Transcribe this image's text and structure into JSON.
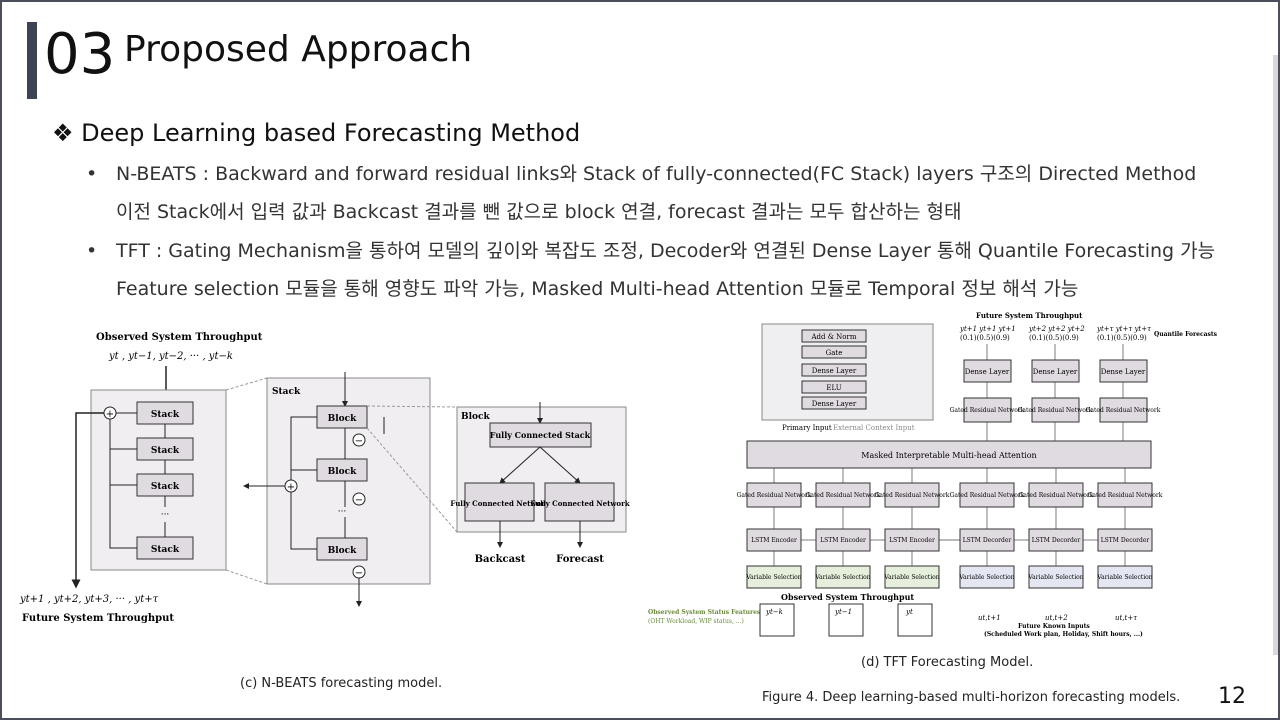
{
  "slide": {
    "number": "03",
    "title": "Proposed Approach",
    "page": "12"
  },
  "section": {
    "heading": "❖ Deep Learning based Forecasting Method",
    "bullets": [
      {
        "mark": "•",
        "line1": "N-BEATS : Backward and forward residual links와 Stack of fully-connected(FC Stack) layers 구조의 Directed Method",
        "line2": "이전 Stack에서 입력 값과 Backcast 결과를 뺀 값으로 block 연결, forecast 결과는 모두 합산하는 형태"
      },
      {
        "mark": "•",
        "line1": "TFT : Gating Mechanism을 통하여 모델의 깊이와 복잡도 조정, Decoder와 연결된 Dense Layer 통해 Quantile Forecasting 가능",
        "line2": "Feature selection 모듈을 통해 영향도 파악 가능, Masked Multi-head Attention 모듈로 Temporal 정보 해석 가능"
      }
    ]
  },
  "nbeats": {
    "observed_title": "Observed System Throughput",
    "observed_seq": "yt , yt−1, yt−2, ··· , yt−k",
    "future_seq": "yt+1 , yt+2, yt+3, ··· , yt+τ",
    "future_title": "Future System Throughput",
    "stack_label": "Stack",
    "block_label": "Block",
    "stack_boxes": [
      "Stack",
      "Stack",
      "Stack",
      "···",
      "Stack"
    ],
    "block_boxes": [
      "Block",
      "Block",
      "···",
      "Block"
    ],
    "fc_stack": "Fully Connected Stack",
    "fc_network": "Fully Connected Network",
    "backcast": "Backcast",
    "forecast": "Forecast",
    "caption": "(c)  N-BEATS forecasting model."
  },
  "tft": {
    "future_title": "Future System Throughput",
    "quantile_label": "Quantile Forecasts",
    "quantiles": [
      "(0.1)(0.5)(0.9)",
      "(0.1)(0.5)(0.9)",
      "(0.1)(0.5)(0.9)"
    ],
    "quantile_y": [
      "yt+1 yt+1 yt+1",
      "yt+2 yt+2 yt+2",
      "yt+τ yt+τ yt+τ"
    ],
    "inner_box": [
      "Add & Norm",
      "Gate",
      "Dense Layer",
      "ELU",
      "Dense Layer"
    ],
    "primary_input": "Primary Input",
    "external_input": "External Context Input",
    "dense": "Dense Layer",
    "grn": "Gated Residual Network",
    "attention": "Masked Interpretable Multi-head Attention",
    "lstm_enc": "LSTM Encoder",
    "lstm_dec": "LSTM Decorder",
    "var_sel": "Variable Selection",
    "observed_title": "Observed System Throughput",
    "status_title": "Observed System Status Features",
    "status_sub": "(OHT Workload, WIP status, ...)",
    "enc_inputs": [
      "yt−k",
      "yt−1",
      "yt"
    ],
    "dec_inputs": [
      "ut,t+1",
      "ut,t+2",
      "ut,t+τ"
    ],
    "known_title": "Future Known Inputs",
    "known_sub": "(Scheduled Work plan, Holiday, Shift hours, ...)",
    "caption": "(d)  TFT Forecasting Model.",
    "figure_caption": "Figure 4. Deep learning-based multi-horizon forecasting models."
  },
  "colors": {
    "title_bar": "#3b4354",
    "box_fill": "#e9e4ea",
    "var_green": "#e6efdc",
    "var_blue": "#e4e6f2"
  }
}
